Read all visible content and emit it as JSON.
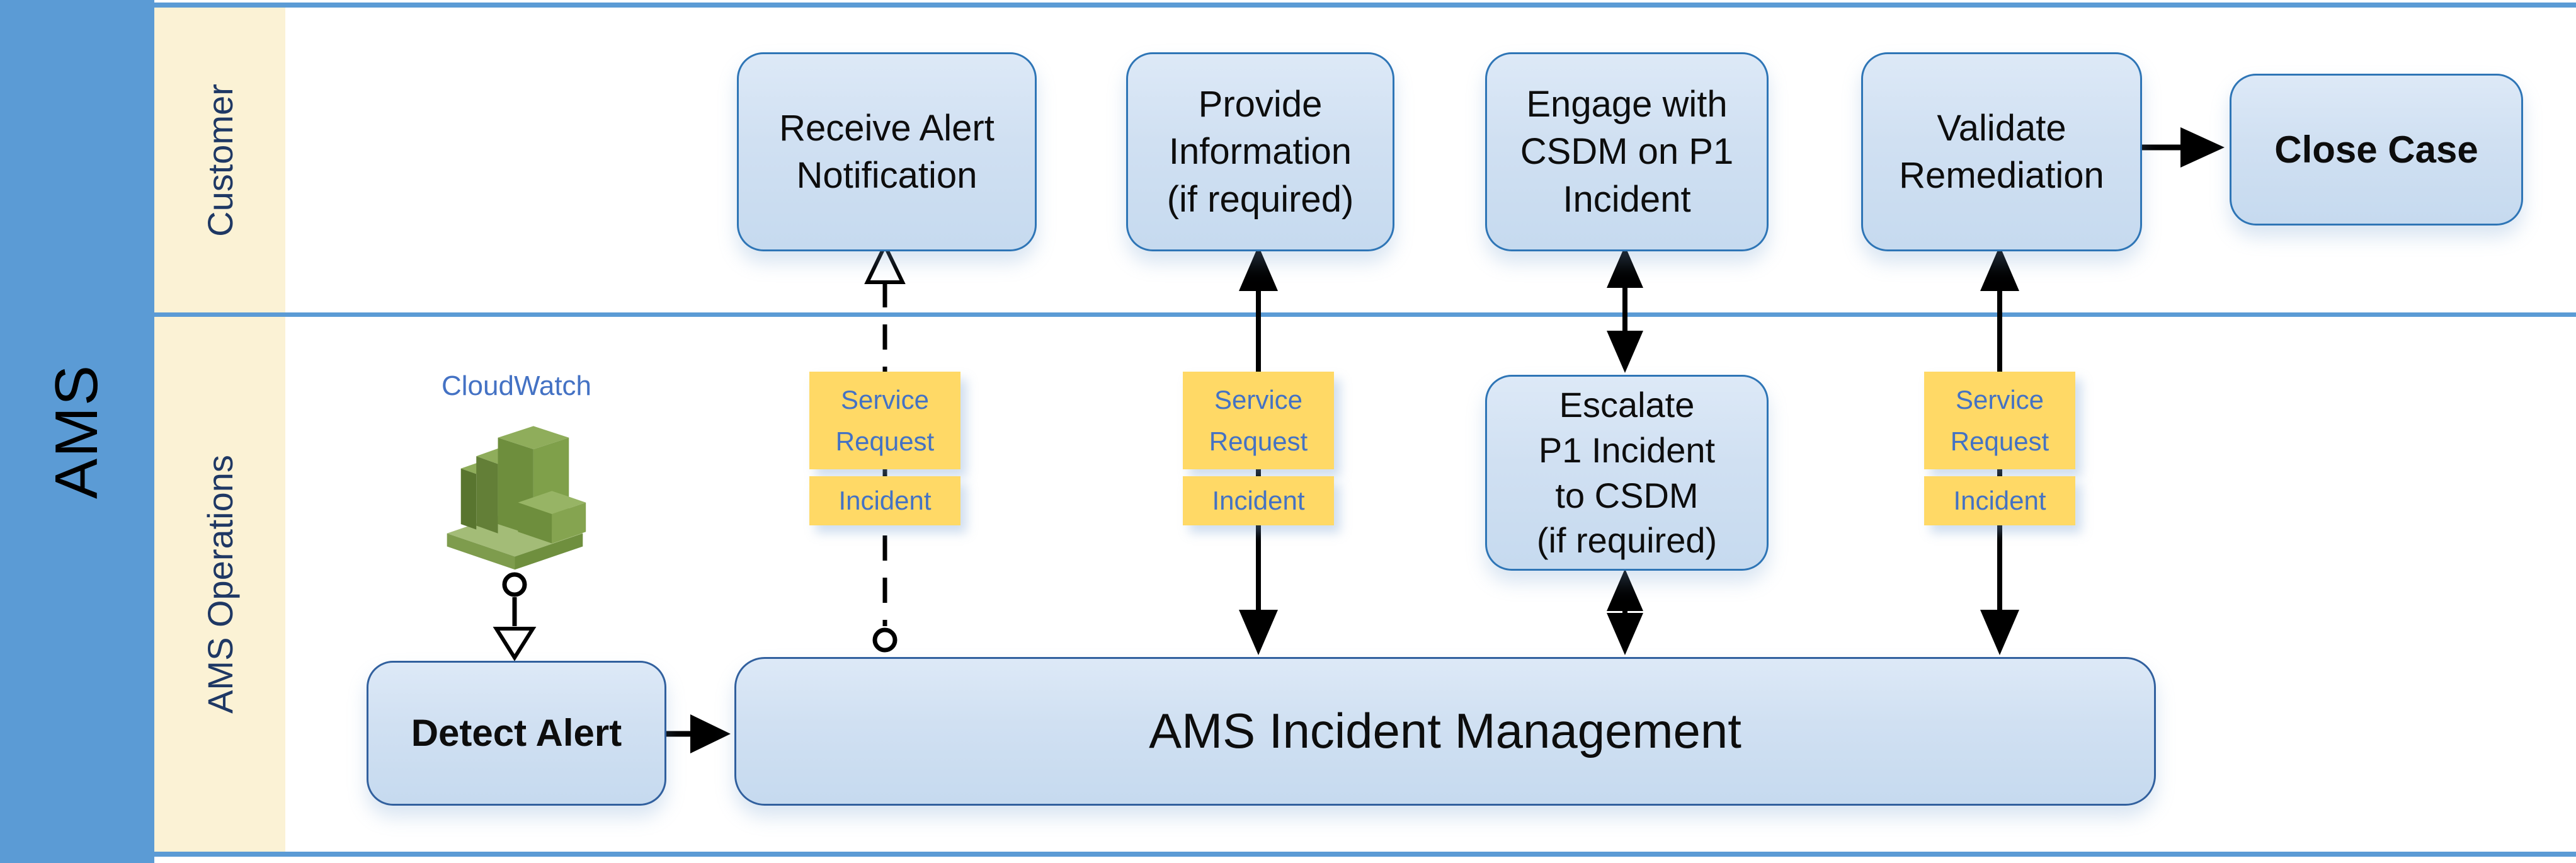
{
  "sidebar": {
    "label": "AMS"
  },
  "lanes": {
    "customer": {
      "label": "Customer"
    },
    "ams_operations": {
      "label": "AMS Operations"
    }
  },
  "nodes": {
    "receive_alert": {
      "line1": "Receive Alert",
      "line2": "Notification"
    },
    "provide_info": {
      "line1": "Provide",
      "line2": "Information",
      "line3": "(if required)"
    },
    "engage_csdm": {
      "line1": "Engage with",
      "line2": "CSDM on P1",
      "line3": "Incident"
    },
    "validate_remediation": {
      "line1": "Validate",
      "line2": "Remediation"
    },
    "close_case": {
      "label": "Close Case"
    },
    "detect_alert": {
      "label": "Detect Alert"
    },
    "escalate_p1": {
      "line1": "Escalate",
      "line2": "P1 Incident",
      "line3": "to CSDM",
      "line4": "(if required)"
    },
    "incident_mgmt": {
      "label": "AMS Incident Management"
    },
    "cloudwatch": {
      "label": "CloudWatch"
    }
  },
  "tags": {
    "service": "Service",
    "request": "Request",
    "incident": "Incident"
  },
  "colors": {
    "frame_blue": "#5B9BD5",
    "lane_cream": "#FBF2D5",
    "lane_text_navy": "#1F3864",
    "box_border_blue": "#2E75B6",
    "box_fill_light_blue": "#CFE0F2",
    "tag_yellow": "#FFD966",
    "tag_text_blue": "#4472C4",
    "arrow_black": "#000000",
    "cloudwatch_green": "#7A9E3B"
  }
}
